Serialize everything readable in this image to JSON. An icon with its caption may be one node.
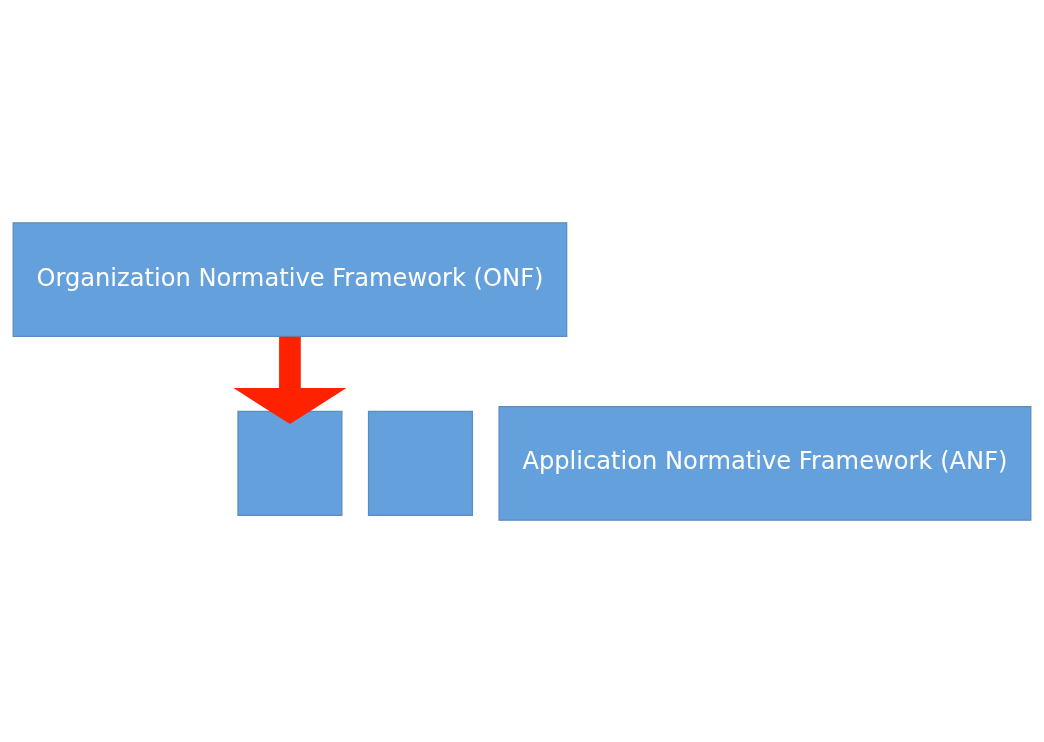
{
  "diagram": {
    "nodes": [
      {
        "text": [
          "Organization Normative Framework (ONF)"
        ]
      },
      {
        "text": [],
        "shape": "box"
      },
      {
        "text": [],
        "shape": "box"
      },
      {
        "text": [
          "Application Normative Framework (ANF)"
        ]
      }
    ],
    "edges": [
      {
        "from": 0,
        "to": 1,
        "arrow": "to",
        "color": "#ff2200"
      }
    ]
  }
}
